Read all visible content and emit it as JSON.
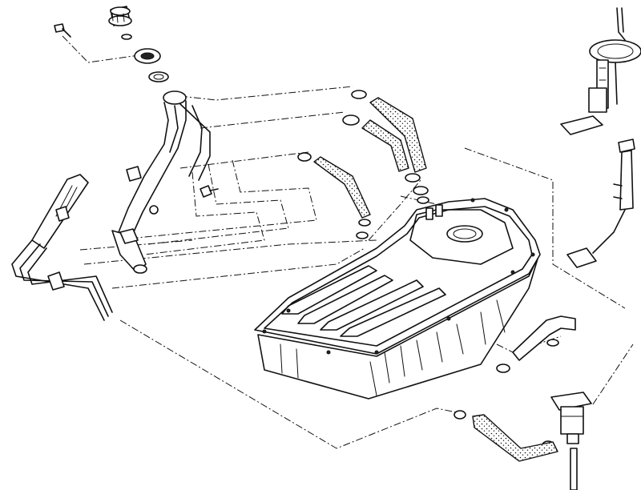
{
  "diagram": {
    "style": "exploded line drawing, black ink on white",
    "colors": {
      "ink": "#111111",
      "background": "#ffffff"
    },
    "components": [
      "fuel-tank",
      "filler-cap",
      "filler-neck-seal",
      "filler-pipe",
      "vent-hoses",
      "fuel-lines",
      "fuel-pump-sender-assembly",
      "fuel-level-sender",
      "fuel-filter",
      "return-hose",
      "mounting-bolts",
      "hose-clamps"
    ]
  }
}
